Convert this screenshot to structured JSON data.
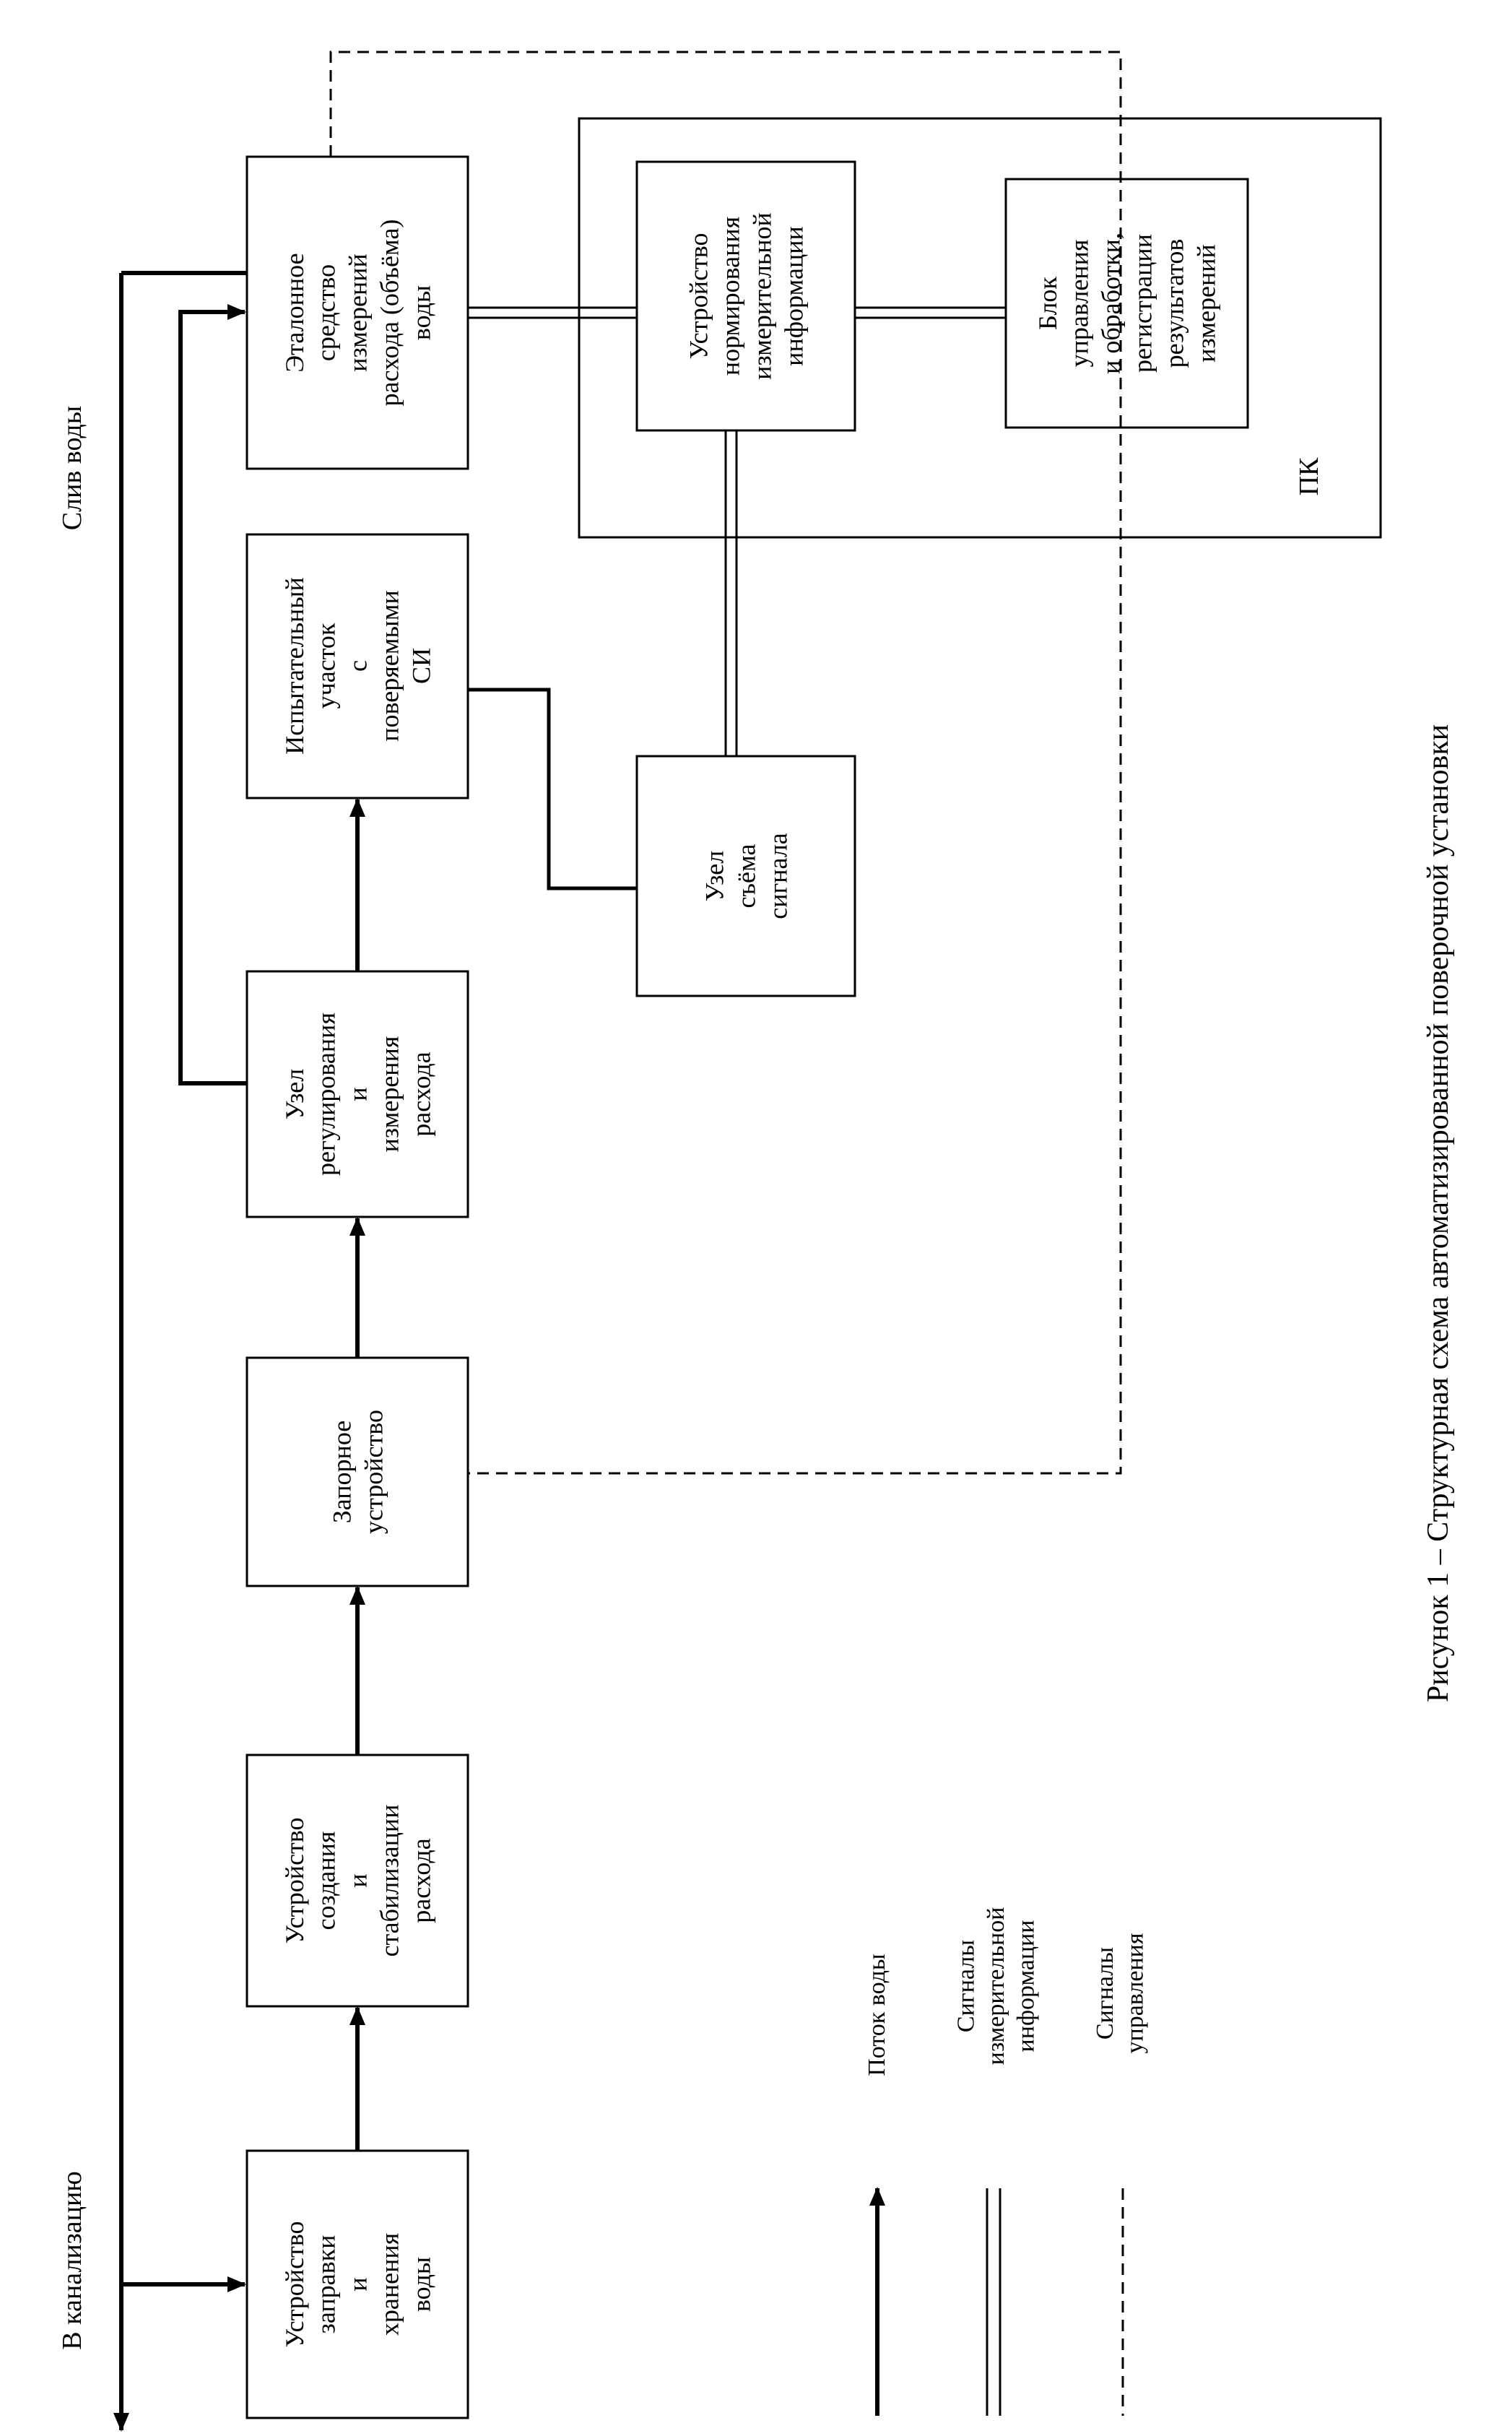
{
  "blocks": {
    "storage": {
      "lines": [
        "Устройство",
        "заправки",
        "и",
        "хранения",
        "воды"
      ]
    },
    "creation": {
      "lines": [
        "Устройство",
        "создания",
        "и",
        "стабилизации",
        "расхода"
      ]
    },
    "shutoff": {
      "lines": [
        "Запорное",
        "устройство"
      ]
    },
    "regulation": {
      "lines": [
        "Узел",
        "регулирования",
        "и",
        "измерения",
        "расхода"
      ]
    },
    "test": {
      "lines": [
        "Испытательный",
        "участок",
        "с",
        "поверяемыми",
        "СИ"
      ]
    },
    "reference": {
      "lines": [
        "Эталонное",
        "средство",
        "измерений",
        "расхода (объёма)",
        "воды"
      ]
    },
    "normalizing": {
      "lines": [
        "Устройство",
        "нормирования",
        "измерительной",
        "информации"
      ]
    },
    "control": {
      "lines": [
        "Блок",
        "управления",
        "и обработки,",
        "регистрации",
        "результатов",
        "измерений"
      ]
    },
    "signal": {
      "lines": [
        "Узел",
        "съёма",
        "сигнала"
      ]
    }
  },
  "pc_label": "ПК",
  "labels": {
    "drain": "Слив воды",
    "sewer": "В канализацию"
  },
  "legend": {
    "flow": "Поток воды",
    "measurement": [
      "Сигналы",
      "измерительной",
      "информации"
    ],
    "control": [
      "Сигналы",
      "управления"
    ]
  },
  "caption": "Рисунок 1 – Структурная схема автоматизированной поверочной установки"
}
